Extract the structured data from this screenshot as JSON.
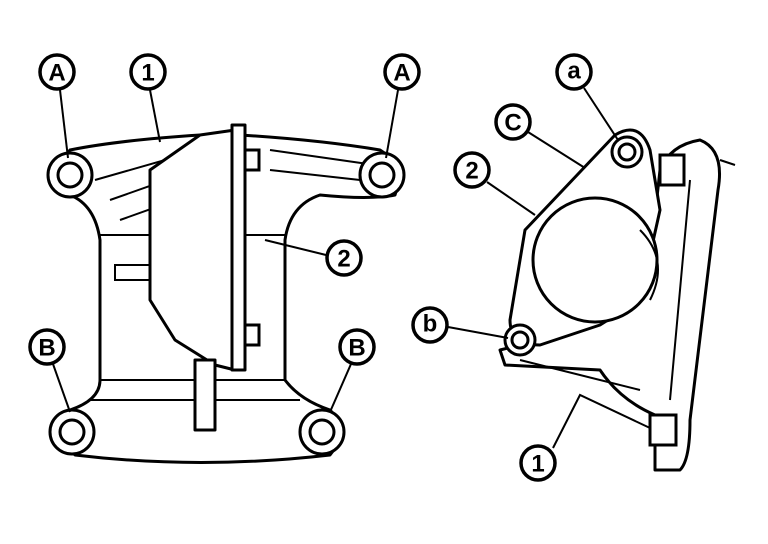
{
  "callouts": {
    "left_A1": "A",
    "left_1": "1",
    "left_A2": "A",
    "left_2": "2",
    "left_B1": "B",
    "left_B2": "B",
    "right_a": "a",
    "right_C": "C",
    "right_2": "2",
    "right_b": "b",
    "right_1": "1"
  }
}
